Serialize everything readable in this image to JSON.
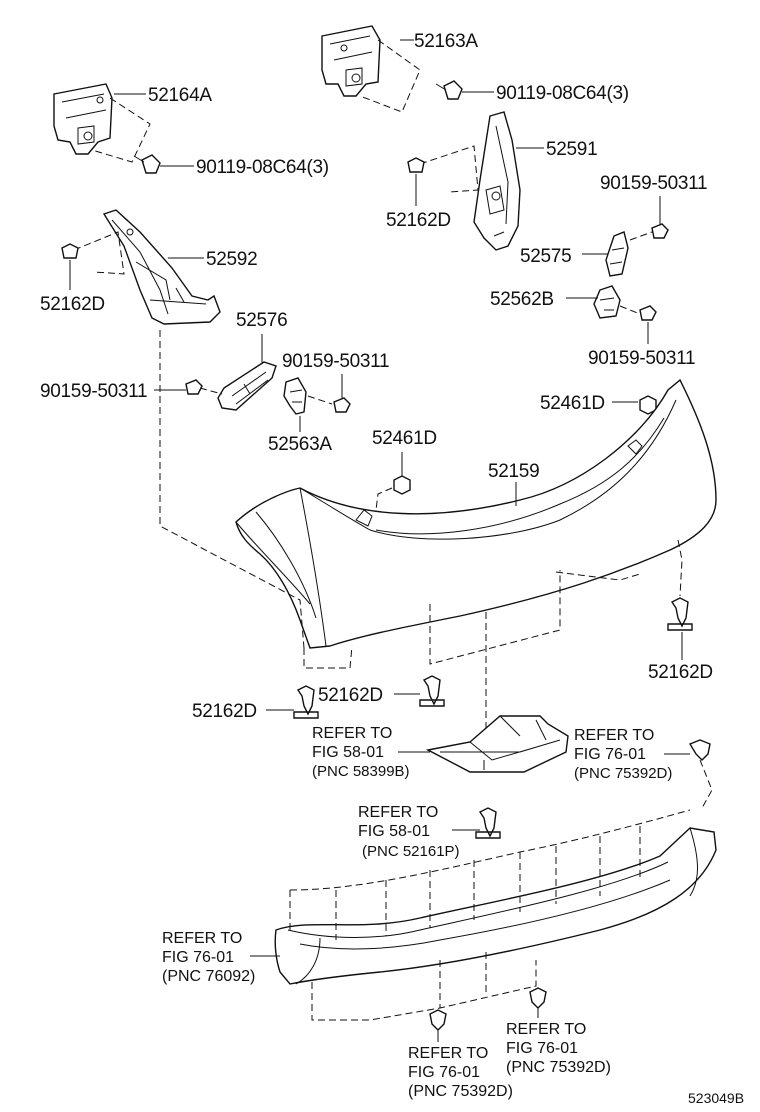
{
  "diagram_id": "523049B",
  "parts": {
    "p52163A": "52163A",
    "p90119_top": "90119-08C64(3)",
    "p52164A": "52164A",
    "p90119_left": "90119-08C64(3)",
    "p52591": "52591",
    "p52162D_a": "52162D",
    "p90159_a": "90159-50311",
    "p52575": "52575",
    "p52592": "52592",
    "p52162D_b": "52162D",
    "p52562B": "52562B",
    "p90159_b": "90159-50311",
    "p52576": "52576",
    "p90159_c": "90159-50311",
    "p90159_d": "90159-50311",
    "p52563A": "52563A",
    "p52461D_a": "52461D",
    "p52461D_b": "52461D",
    "p52159": "52159",
    "p52162D_c": "52162D",
    "p52162D_d": "52162D",
    "p52162D_e": "52162D"
  },
  "refs": {
    "r1": {
      "l1": "REFER TO",
      "l2": "FIG 58-01",
      "l3": "(PNC 58399B)"
    },
    "r2": {
      "l1": "REFER TO",
      "l2": "FIG 76-01",
      "l3": "(PNC 75392D)"
    },
    "r3": {
      "l1": "REFER TO",
      "l2": "FIG 58-01",
      "l3": "(PNC 52161P)"
    },
    "r4": {
      "l1": "REFER TO",
      "l2": "FIG 76-01",
      "l3": "(PNC 76092)"
    },
    "r5": {
      "l1": "REFER TO",
      "l2": "FIG 76-01",
      "l3": "(PNC 75392D)"
    },
    "r6": {
      "l1": "REFER TO",
      "l2": "FIG 76-01",
      "l3": "(PNC 75392D)"
    }
  }
}
